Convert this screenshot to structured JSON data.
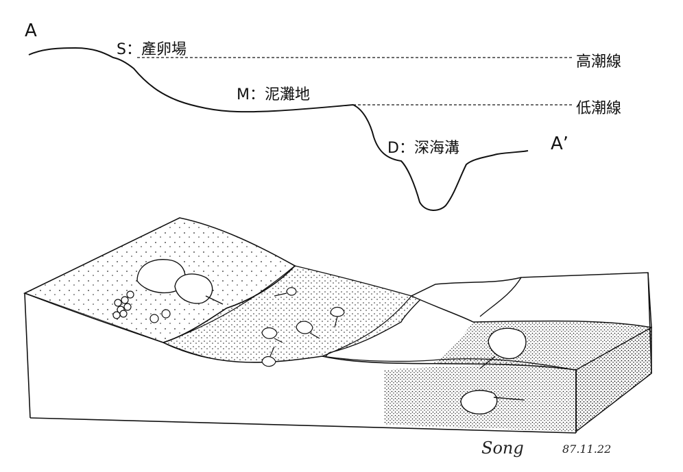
{
  "profile": {
    "start_label": "A",
    "end_label": "A’",
    "zones": {
      "spawning": "S：產卵場",
      "mudflat": "M：泥灘地",
      "deep": "D：深海溝"
    },
    "lines": {
      "high_tide": "高潮線",
      "low_tide": "低潮線"
    }
  },
  "signature": {
    "name": "Song",
    "date": "87.11.22"
  }
}
